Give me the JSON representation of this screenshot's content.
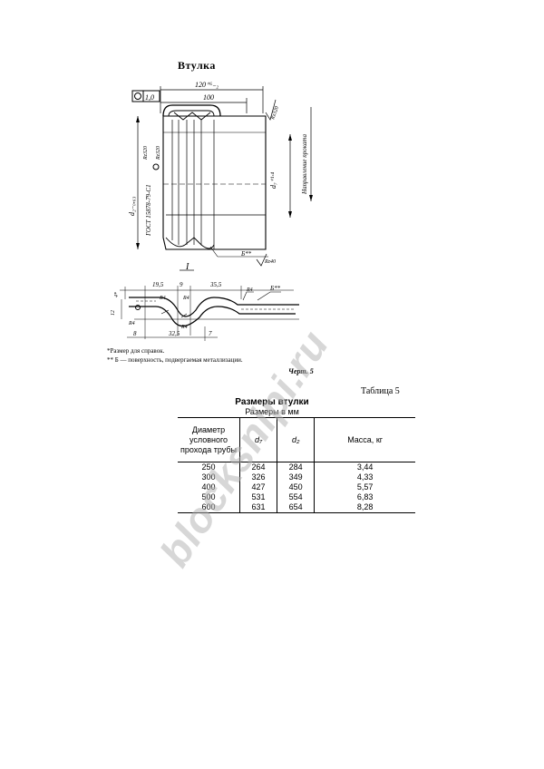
{
  "drawing": {
    "title": "Втулка",
    "dims": {
      "overall_length": "120⁺⁶₋₂",
      "length_100": "100",
      "d2_label": "d₂₋₀,₆₃",
      "d7_label": "d₇⁺¹·⁴",
      "gost_label": "ГОСТ 15878-79-С1",
      "rz_top": "Rz320",
      "rz_left": "Rz320",
      "rz_bottom": "Rz40",
      "surface_b": "Б**",
      "rolling_direction": "Направление проката",
      "tolerance_value": "1,0",
      "detail_mark": "I",
      "detail_19_5": "19,5",
      "detail_9": "9",
      "detail_35_5": "35,5",
      "detail_r4_a": "R4",
      "detail_r4_b": "R4",
      "detail_r4_c": "R4",
      "detail_r4_d": "R4",
      "detail_r4_e": "R4",
      "detail_4": "4*",
      "detail_12": "12",
      "detail_8": "8",
      "detail_32_5": "32,5",
      "detail_7": "7",
      "detail_b": "Б**"
    }
  },
  "footnotes": {
    "note1": "*Размер для справок.",
    "note2": "** Б — поверхность, подвергаемая металлизации."
  },
  "caption": "Черт. 5",
  "table": {
    "label": "Таблица 5",
    "title": "Размеры втулки",
    "subtitle": "Размеры в мм",
    "headers": {
      "col1": "Диаметр условного прохода трубы",
      "col2": "d₇",
      "col3": "d₂",
      "col4": "Масса, кг"
    },
    "rows": [
      {
        "dn": "250",
        "d7": "264",
        "d2": "284",
        "mass": "3,44"
      },
      {
        "dn": "300",
        "d7": "326",
        "d2": "349",
        "mass": "4,33"
      },
      {
        "dn": "400",
        "d7": "427",
        "d2": "450",
        "mass": "5,57"
      },
      {
        "dn": "500",
        "d7": "531",
        "d2": "554",
        "mass": "6,83"
      },
      {
        "dn": "600",
        "d7": "631",
        "d2": "654",
        "mass": "8,28"
      }
    ]
  },
  "watermark": "blocksnipi.ru"
}
